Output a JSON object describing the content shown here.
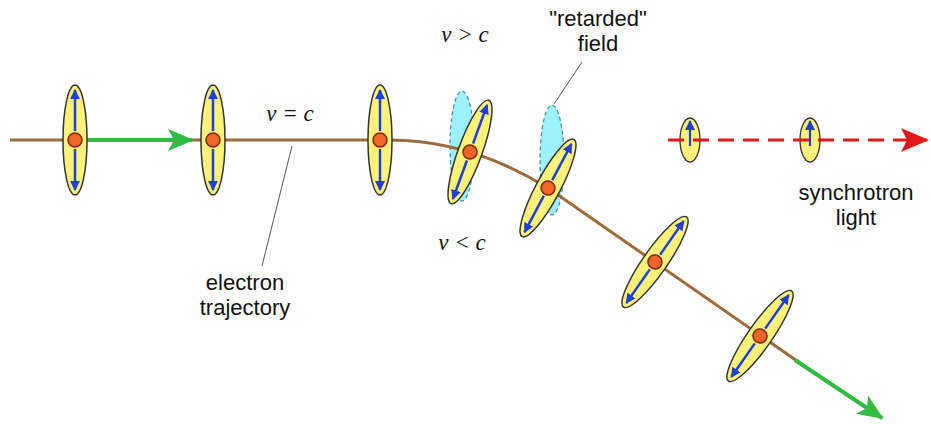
{
  "diagram": {
    "labels": [
      "v > c",
      "\"retarded\" field",
      "v = c",
      "electron trajectory",
      "v < c",
      "synchrotron light"
    ]
  }
}
